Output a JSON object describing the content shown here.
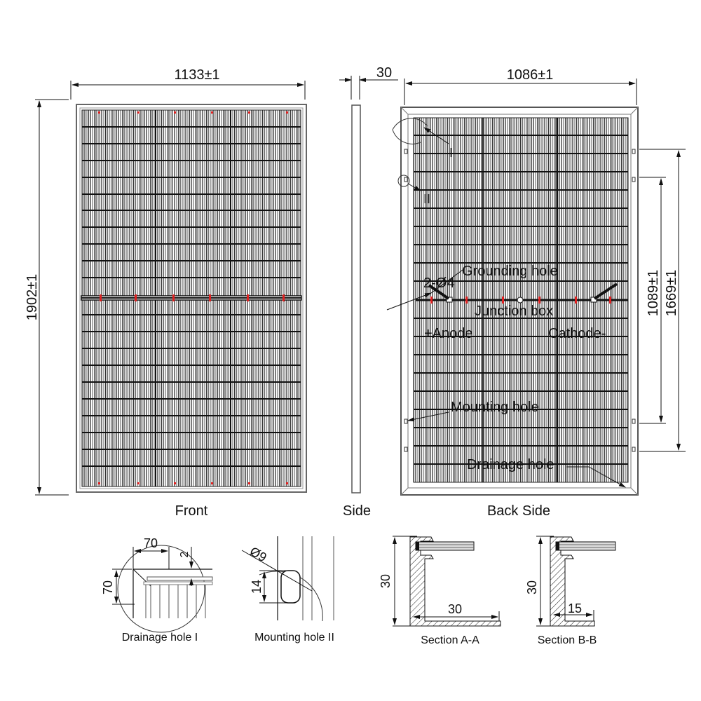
{
  "drawing": {
    "type": "solar panel mechanical drawing",
    "views": {
      "front": {
        "caption": "Front",
        "width_dim": "1133±1",
        "height_dim": "1902±1"
      },
      "side": {
        "caption": "Side",
        "thickness_dim": "30"
      },
      "back": {
        "caption": "Back Side",
        "width_dim": "1086±1",
        "inner_hole_spacing_dim": "1089±1",
        "outer_hole_spacing_dim": "1669±1",
        "detail_marker_1": "I",
        "detail_marker_2": "II",
        "annotations": {
          "grounding_prefix": "2-Ø4",
          "grounding_hole": "Grounding hole",
          "junction_box": "Junction box",
          "anode": "+Anode",
          "cathode": "Cathode-",
          "mounting_hole": "Mounting hole",
          "drainage_hole": "Drainage hole"
        }
      }
    },
    "details": {
      "drainage_hole": {
        "caption": "Drainage hole I",
        "dim_width": "70",
        "dim_height": "70",
        "dim_gap": "2"
      },
      "mounting_hole": {
        "caption": "Mounting hole II",
        "dim_diameter": "Ø9",
        "dim_length": "14"
      },
      "section_aa": {
        "caption": "Section A-A",
        "dim_height": "30",
        "dim_flange": "30"
      },
      "section_bb": {
        "caption": "Section B-B",
        "dim_height": "30",
        "dim_flange": "15"
      }
    },
    "colors": {
      "line": "#111111",
      "frame": "#555555",
      "marker": "#e02020"
    }
  }
}
